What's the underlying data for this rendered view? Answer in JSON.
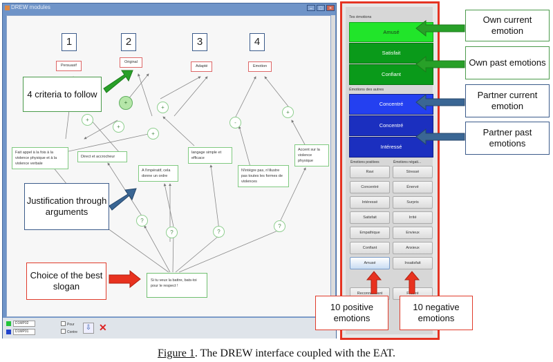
{
  "drew": {
    "window_title": "DREW modules",
    "criteria_numbers": [
      "1",
      "2",
      "3",
      "4"
    ],
    "criteria": [
      "Persuasif",
      "Original",
      "Adapté",
      "Emotion"
    ],
    "nodes": {
      "fait_appel": "Fait appel à la fois à la violence physique et à la violence verbale",
      "direct": "Direct et accrocheur",
      "imperatif": "A l'impératif, cela donne un ordre",
      "langage": "langage simple et efficace",
      "nintegre": "N'intègre pas, n'illustre pas toutes les formes de violences",
      "accent": "Accent sur la violence physique",
      "slogan": "Si tu veux la battre, bats-toi pour le respect !"
    },
    "links": {
      "plus": "+",
      "minus": "-",
      "question": "?"
    },
    "bottom": {
      "field1": "D1MP02",
      "field2": "D1MP01",
      "check_pour": "Pour",
      "check_contre": "Contre",
      "send_icon": "send-icon",
      "delete_icon": "close-icon",
      "swatch_green": "#22c43a",
      "swatch_blue": "#2244cc"
    }
  },
  "eat": {
    "own_title": "Tes émotions",
    "own_current": "Amusé",
    "own_past": [
      "Satisfait",
      "Confiant"
    ],
    "partner_title": "Émotions des autres",
    "partner_current": "Concentré",
    "partner_past": [
      "Concentré",
      "Intéressé"
    ],
    "positive_head": "Émotions positives",
    "negative_head": "Émotions négati...",
    "positive": [
      "Ravi",
      "Concentré",
      "Intéressé",
      "Satisfait",
      "Empathique",
      "Confiant",
      "Amusé"
    ],
    "negative": [
      "Stressé",
      "Énervé",
      "Surpris",
      "Irrité",
      "Envieux",
      "Anxieux",
      "Insatisfait"
    ],
    "extra_row_left_fragment": "Reconnaissant",
    "extra_row_right_fragment": "Frustré",
    "colors": {
      "current_green": "#21e52a",
      "past_green": "#0a9a1a",
      "current_blue": "#2440f0",
      "past_blue": "#1b2fbf",
      "frame": "#e53322"
    }
  },
  "annotations": {
    "own_current": "Own current emotion",
    "own_past": "Own past emotions",
    "partner_current": "Partner current emotion",
    "partner_past": "Partner past emotions",
    "criteria": "4 criteria to follow",
    "justification": "Justification through arguments",
    "choice": "Choice of the best slogan",
    "positive": "10 positive emotions",
    "negative": "10 negative emotions"
  },
  "caption": {
    "figure": "Figure 1",
    "text": ". The DREW interface coupled with the EAT."
  }
}
